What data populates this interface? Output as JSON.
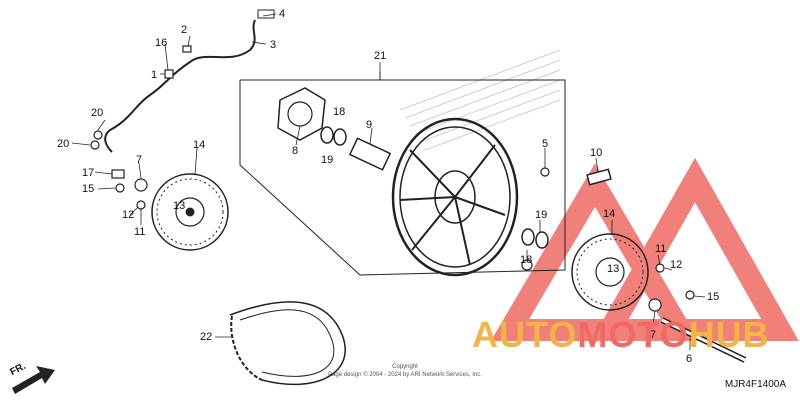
{
  "diagram": {
    "code": "MJR4F1400A",
    "copyright_lines": [
      "Copyright",
      "Page design © 2004 - 2024 by ARI Network Services, Inc."
    ],
    "direction": "FR.",
    "watermark": {
      "part1": "AUTO",
      "part2": "MOTO",
      "part3": "HUB",
      "colors": {
        "auto": "#f2b347",
        "moto": "#ee6a62",
        "hub": "#f2b347",
        "triangle": "#ee6a62"
      }
    },
    "callouts": {
      "c1": "1",
      "c2": "2",
      "c3": "3",
      "c4": "4",
      "c5": "5",
      "c6": "6",
      "c7a": "7",
      "c7b": "7",
      "c8": "8",
      "c9": "9",
      "c10": "10",
      "c11a": "11",
      "c11b": "11",
      "c12a": "12",
      "c12b": "12",
      "c13a": "13",
      "c13b": "13",
      "c14a": "14",
      "c14b": "14",
      "c15a": "15",
      "c15b": "15",
      "c16": "16",
      "c17": "17",
      "c18a": "18",
      "c18b": "18",
      "c19a": "19",
      "c19b": "19",
      "c20a": "20",
      "c20b": "20",
      "c21": "21",
      "c22": "22"
    }
  }
}
